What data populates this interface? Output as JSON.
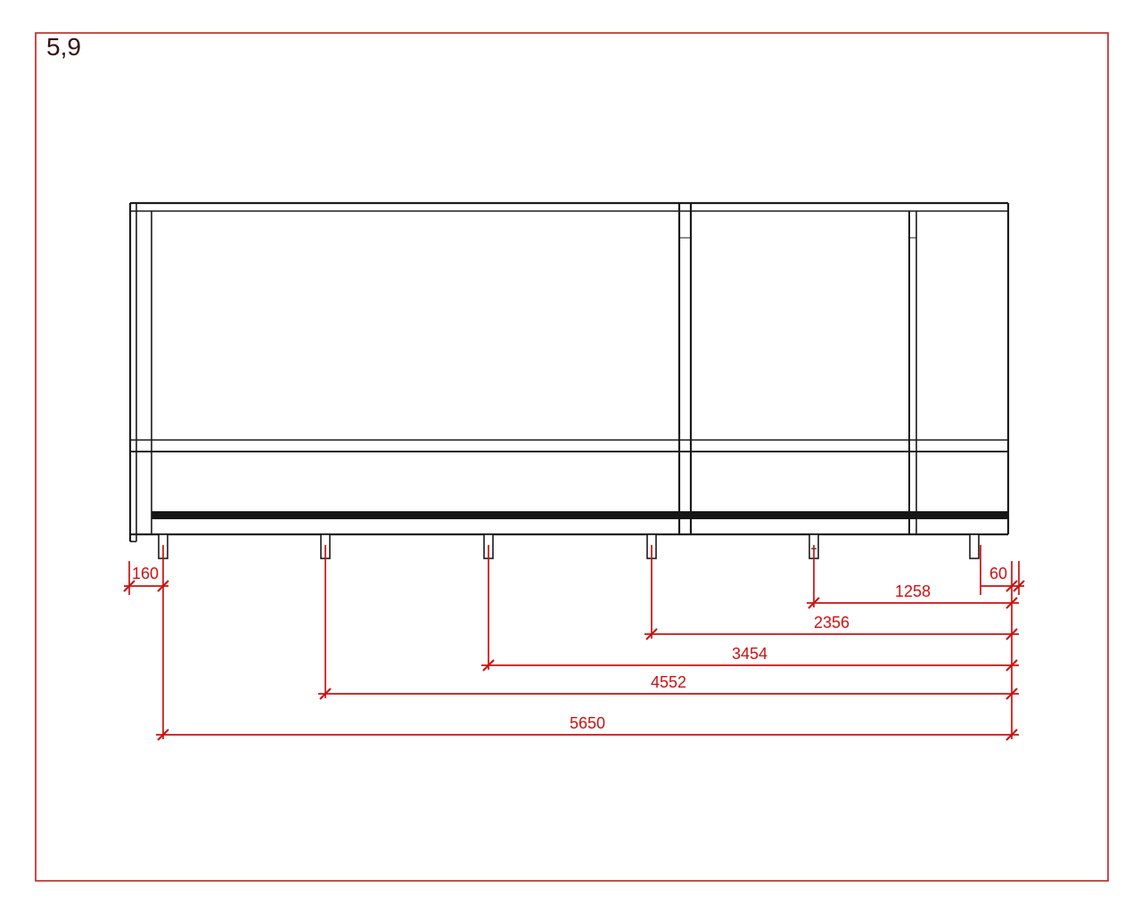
{
  "sheet": {
    "label": "5,9"
  },
  "colors": {
    "sheet_border": "#bf2020",
    "drawing_outline": "#1b1b1b",
    "dimension_red": "#cc1111",
    "background": "#ffffff"
  },
  "dimensions": {
    "left_foot_offset": "160",
    "right_foot_offset": "60",
    "chain": [
      "1258",
      "2356",
      "3454",
      "4552",
      "5650"
    ]
  }
}
